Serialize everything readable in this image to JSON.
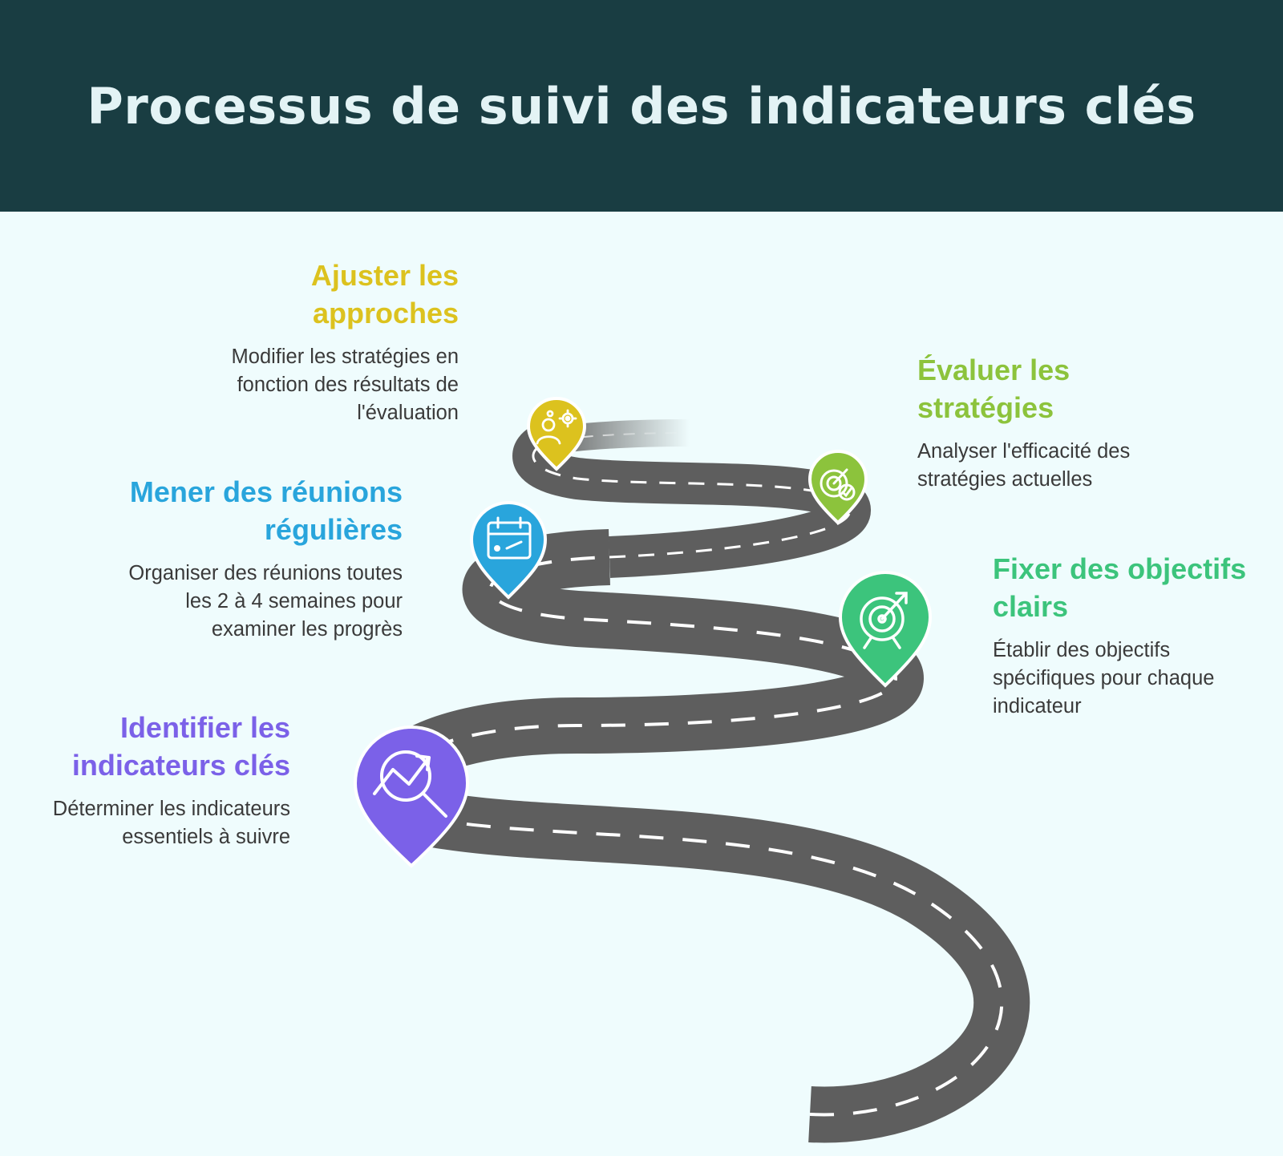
{
  "header": {
    "title": "Processus de suivi des indicateurs clés"
  },
  "steps": [
    {
      "title": "Identifier les indicateurs clés",
      "description": "Déterminer les indicateurs essentiels à suivre",
      "color": "#7b61e8",
      "icon": "magnifier-chart-icon"
    },
    {
      "title": "Fixer des objectifs clairs",
      "description": "Établir des objectifs spécifiques pour chaque indicateur",
      "color": "#3cc47c",
      "icon": "target-icon"
    },
    {
      "title": "Mener des réunions régulières",
      "description": "Organiser des réunions toutes les 2 à 4 semaines pour examiner les progrès",
      "color": "#29a5dc",
      "icon": "calendar-icon"
    },
    {
      "title": "Évaluer les stratégies",
      "description": "Analyser l'efficacité des stratégies actuelles",
      "color": "#8cc33c",
      "icon": "target-check-icon"
    },
    {
      "title": "Ajuster les approches",
      "description": "Modifier les stratégies en fonction des résultats de l'évaluation",
      "color": "#dcc21e",
      "icon": "people-gear-icon"
    }
  ]
}
